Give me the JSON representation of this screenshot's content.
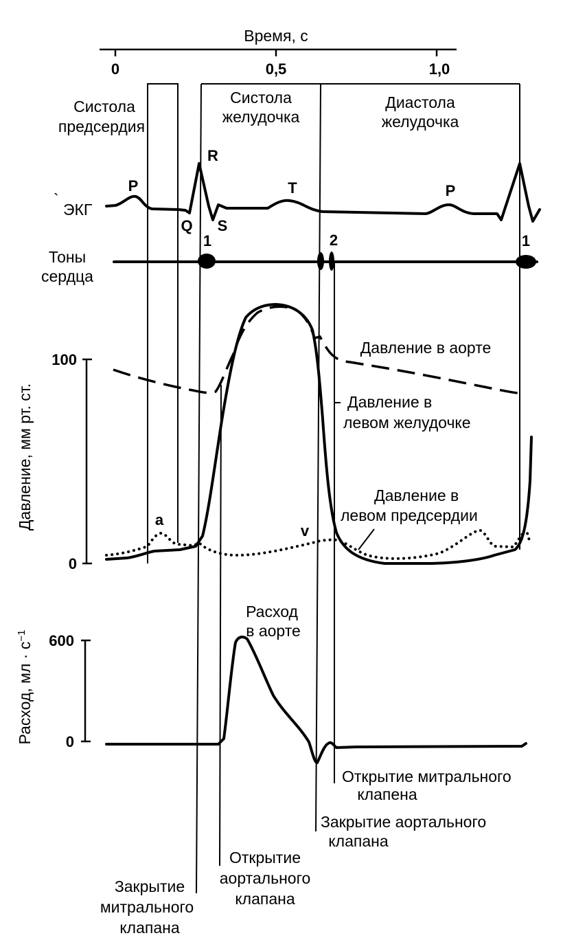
{
  "time_axis": {
    "title": "Время, с",
    "ticks": [
      "0",
      "0,5",
      "1,0"
    ]
  },
  "phases": {
    "atrial_systole": [
      "Систола",
      "предсердия"
    ],
    "ventricular_systole": [
      "Систола",
      "желудочка"
    ],
    "ventricular_diastole": [
      "Диастола",
      "желудочка"
    ]
  },
  "ecg": {
    "label": "ЭКГ",
    "waves": {
      "p1": "P",
      "q": "Q",
      "r": "R",
      "s": "S",
      "t": "T",
      "p2": "P"
    }
  },
  "heart_sounds": {
    "label": [
      "Тоны",
      "сердца"
    ],
    "first": "1",
    "second": "2",
    "first_repeat": "1"
  },
  "pressure": {
    "ylabel": "Давление, мм рт. ст.",
    "ticks": [
      "100",
      "0"
    ],
    "aorta_label": "Давление в аорте",
    "ventricle_label": [
      "Давление в",
      "левом желудочке"
    ],
    "atrium_label": [
      "Давление в",
      "левом предсердии"
    ],
    "wave_a": "a",
    "wave_v": "v"
  },
  "flow": {
    "ylabel_main": "Расход, мл · с",
    "ylabel_exp": "−1",
    "ticks": [
      "600",
      "0"
    ],
    "label": [
      "Расход",
      "в аорте"
    ]
  },
  "events": {
    "mitral_open": [
      "Открытие  митрального",
      "клапена"
    ],
    "aortic_close": [
      "Закрытие  аортального",
      "клапана"
    ],
    "aortic_open": [
      "Открытие",
      "аортального",
      "клапана"
    ],
    "mitral_close": [
      "Закрытие",
      "митрального",
      "клапана"
    ]
  }
}
